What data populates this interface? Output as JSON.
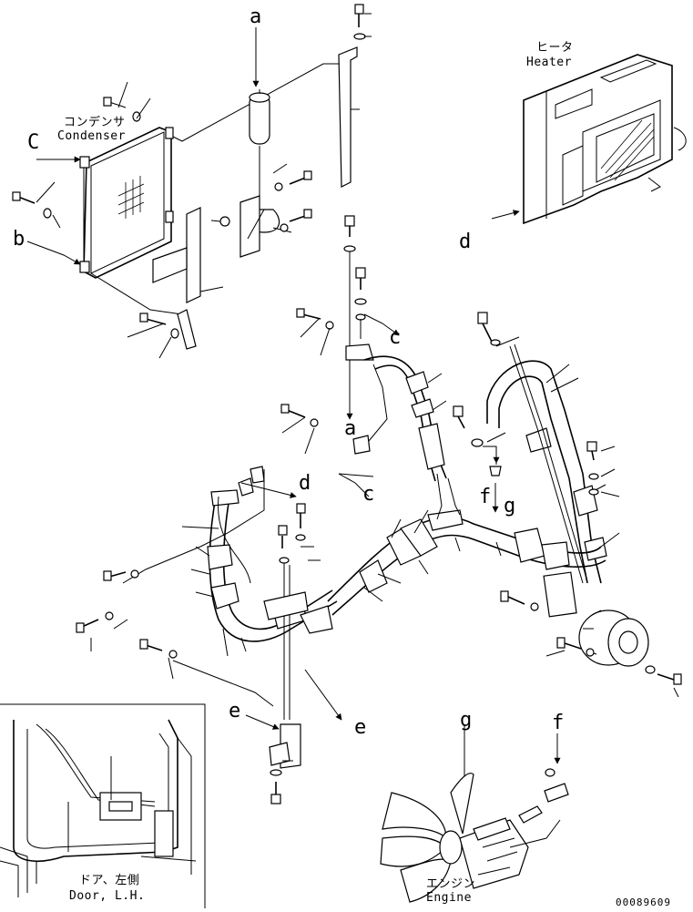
{
  "labels": {
    "heater_jp": "ヒータ",
    "heater_en": "Heater",
    "condenser_jp": "コンデンサ",
    "condenser_en": "Condenser",
    "door_jp": "ドア、左側",
    "door_en": "Door, L.H.",
    "engine_jp": "エンジン",
    "engine_en": "Engine",
    "doc_number": "00089609"
  },
  "callouts": {
    "a_top": "a",
    "a_mid": "a",
    "b": "b",
    "c_left": "C",
    "c_right": "c",
    "c_mid": "c",
    "d_heater": "d",
    "d_mid": "d",
    "e_left": "e",
    "e_right": "e",
    "f_mid": "f",
    "f_bottom": "f",
    "g_mid": "g",
    "g_bottom": "g"
  }
}
